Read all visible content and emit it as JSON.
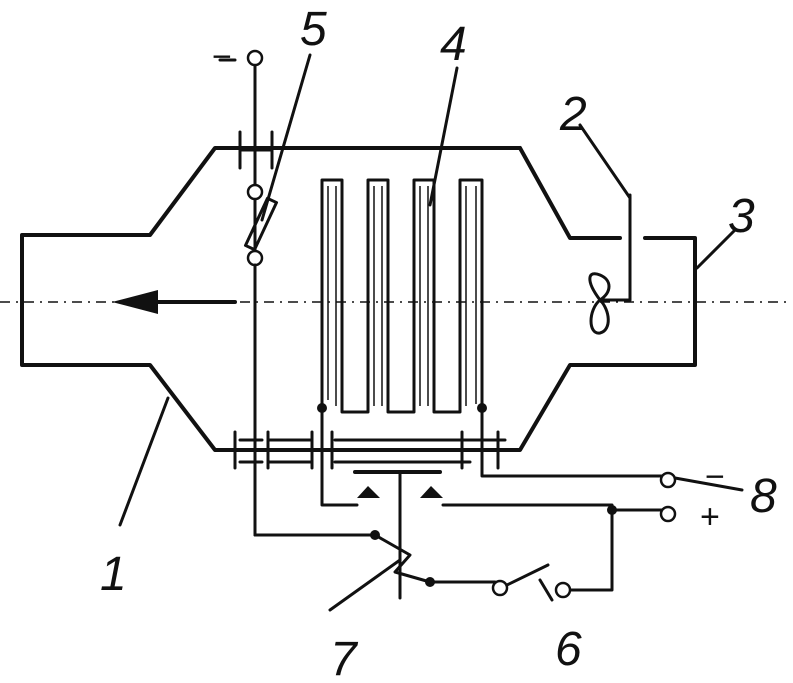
{
  "labels": {
    "l1": "1",
    "l2": "2",
    "l3": "3",
    "l4": "4",
    "l5": "5",
    "l6": "6",
    "l7": "7",
    "l8": "8"
  },
  "signs": {
    "minus_top": "−",
    "minus_right": "−",
    "plus_right": "+"
  },
  "colors": {
    "ink": "#111111",
    "background": "#ffffff"
  }
}
